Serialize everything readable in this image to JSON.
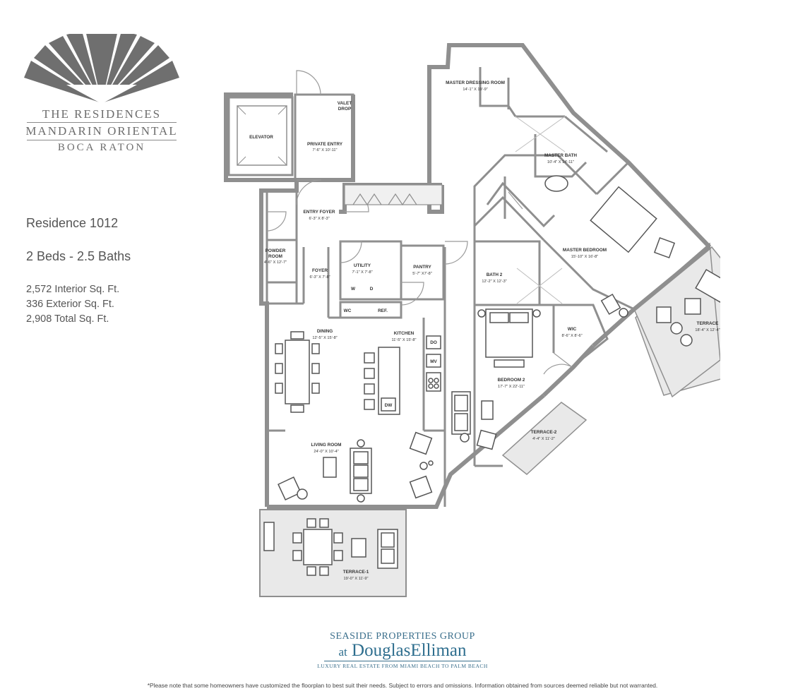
{
  "brand": {
    "line1": "THE RESIDENCES",
    "line2": "MANDARIN ORIENTAL",
    "line3": "BOCA RATON"
  },
  "residence": {
    "name": "Residence 1012",
    "beds_baths": "2 Beds - 2.5 Baths",
    "interior": "2,572 Interior Sq. Ft.",
    "exterior": "336 Exterior Sq. Ft.",
    "total": "2,908 Total Sq. Ft."
  },
  "rooms": {
    "elevator": {
      "name": "ELEVATOR"
    },
    "private_entry": {
      "name": "PRIVATE ENTRY",
      "dims": "7'-6\" X 10'-11\""
    },
    "valet_drop": {
      "name": "VALET",
      "name2": "DROP"
    },
    "entry_foyer": {
      "name": "ENTRY FOYER",
      "dims": "6'-3\" X 8'-3\""
    },
    "powder_room": {
      "name": "POWDER",
      "name2": "ROOM",
      "dims": "4'-6\" X 12'-7\""
    },
    "foyer": {
      "name": "FOYER",
      "dims": "6'-3\" X 7'-8\""
    },
    "utility": {
      "name": "UTILITY",
      "dims": "7'-1\" X 7'-8\"",
      "w": "W",
      "d": "D"
    },
    "pantry": {
      "name": "PANTRY",
      "dims": "5'-7\" X7'-8\""
    },
    "wc": "WC",
    "ref": "REF.",
    "dining": {
      "name": "DINING",
      "dims": "12'-5\" X 15'-8\""
    },
    "kitchen": {
      "name": "KITCHEN",
      "dims": "11'-5\" X 15'-8\"",
      "do": "DO",
      "mv": "MV",
      "dw": "DW"
    },
    "living_room": {
      "name": "LIVING ROOM",
      "dims": "24'-0\" X 10'-4\""
    },
    "terrace_1": {
      "name": "TERRACE-1",
      "dims": "19'-0\" X 11'-9\""
    },
    "master_dressing": {
      "name": "MASTER DRESSING ROOM",
      "dims": "14'-1\" X 19'-9\""
    },
    "master_bath": {
      "name": "MASTER BATH",
      "dims": "10'-4\" X 14'-11\""
    },
    "master_bedroom": {
      "name": "MASTER BEDROOM",
      "dims": "15'-10\" X 16'-8\""
    },
    "bath_2": {
      "name": "BATH 2",
      "dims": "12'-2\" X 12'-3\""
    },
    "wic": {
      "name": "WIC",
      "dims": "8'-6\" X 8'-6\""
    },
    "bedroom_2": {
      "name": "BEDROOM 2",
      "dims": "17'-7\" X 22'-11\""
    },
    "terrace_2": {
      "name": "TERRACE-2",
      "dims": "4'-4\" X 11'-2\""
    },
    "terrace": {
      "name": "TERRACE",
      "dims": "18'-4\" X 12'-4\""
    }
  },
  "footer": {
    "group": "SEASIDE PROPERTIES GROUP",
    "at": "at",
    "douglas": "Douglas",
    "elliman": "Elliman",
    "tagline": "LUXURY REAL ESTATE FROM MIAMI BEACH TO PALM BEACH",
    "disclaimer": "*Please note that some homeowners have customized the floorplan to best suit their needs. Subject to errors and omissions. Information obtained from sources deemed reliable but not warranted."
  },
  "colors": {
    "wall": "#8f8f8f",
    "terrace_fill": "#e9e9e9",
    "brand_gray": "#6d6d6d",
    "elliman_blue": "#2e6e8e"
  }
}
